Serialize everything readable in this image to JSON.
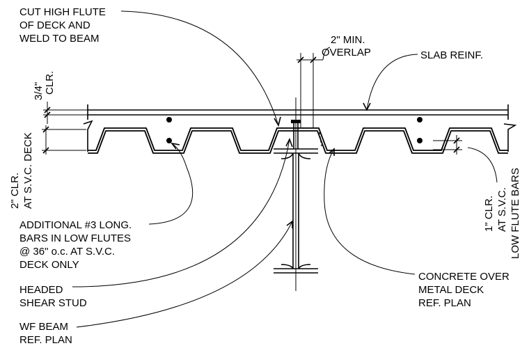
{
  "labels": {
    "cut_high_flute": [
      "CUT HIGH FLUTE",
      "OF DECK AND",
      "WELD TO BEAM"
    ],
    "overlap": [
      "2\" MIN.",
      "OVERLAP"
    ],
    "slab_reinf": "SLAB REINF.",
    "clr_3_4": [
      "3/4\"",
      "CLR."
    ],
    "clr_2": [
      "2\" CLR.",
      "AT S.V.C. DECK"
    ],
    "clr_1": [
      "1\" CLR.",
      "AT S.V.C.",
      "LOW FLUTE BARS"
    ],
    "additional_bars": [
      "ADDITIONAL #3 LONG.",
      "BARS IN LOW FLUTES",
      "@ 36\" o.c. AT S.V.C.",
      "DECK ONLY"
    ],
    "shear_stud": [
      "HEADED",
      "SHEAR STUD"
    ],
    "wf_beam": [
      "WF BEAM",
      "REF. PLAN"
    ],
    "concrete": [
      "CONCRETE OVER",
      "METAL DECK",
      "REF. PLAN"
    ]
  }
}
